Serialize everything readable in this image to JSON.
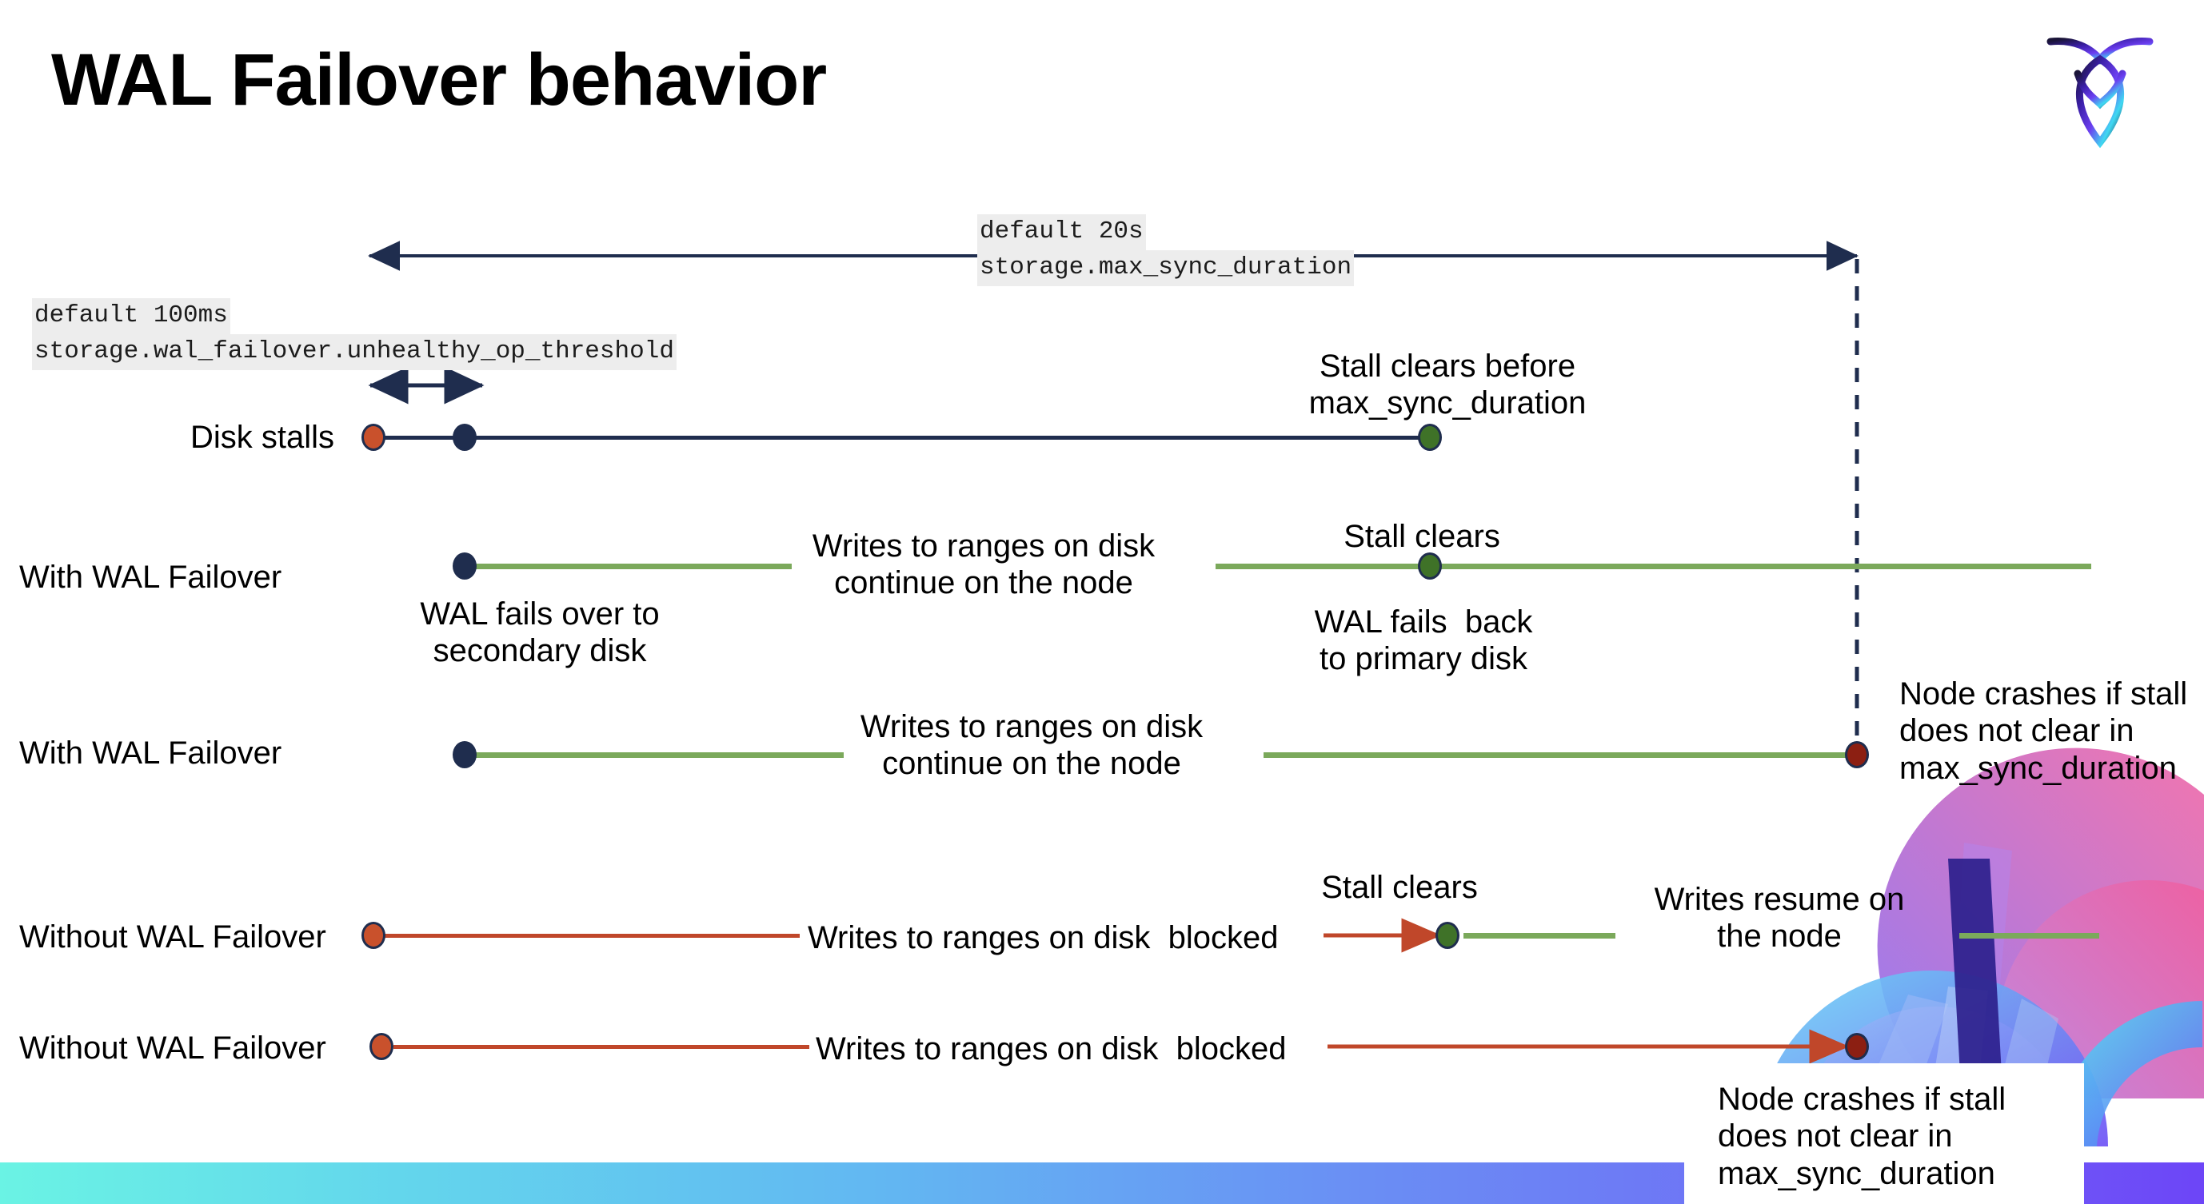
{
  "title": "WAL Failover behavior",
  "logo": {
    "name": "cockroachdb-logo"
  },
  "colors": {
    "navy": "#1f2d4e",
    "orange_dot": "#c9512c",
    "green_dot": "#3f7228",
    "darkred_dot": "#8c1f12",
    "green_line": "#7ba95b",
    "red_line": "#c0472a",
    "code_bg": "#ededed",
    "strip_start": "#6af3e4",
    "strip_end": "#6d45f7"
  },
  "annotations": {
    "max_sync": {
      "default": "default 20s",
      "setting": "storage.max_sync_duration"
    },
    "unhealthy_op": {
      "default": "default 100ms",
      "setting": "storage.wal_failover.unhealthy_op_threshold"
    }
  },
  "rows": {
    "disk_stalls": {
      "label": "Disk stalls",
      "note_stall_clears_before": "Stall clears before\nmax_sync_duration"
    },
    "with_failover_recovers": {
      "label": "With WAL Failover",
      "note_fails_over": "WAL fails over to\nsecondary disk",
      "note_writes_continue": "Writes to ranges on disk\ncontinue on the node",
      "note_stall_clears": "Stall clears",
      "note_fails_back": "WAL fails  back\nto primary disk"
    },
    "with_failover_crash": {
      "label": "With WAL Failover",
      "note_writes_continue": "Writes to ranges on disk\ncontinue on the node",
      "note_node_crashes": "Node crashes if stall\ndoes not clear in\nmax_sync_duration"
    },
    "without_failover_recovers": {
      "label": "Without WAL Failover",
      "note_writes_blocked": "Writes to ranges on disk  blocked",
      "note_stall_clears": "Stall clears",
      "note_writes_resume": "Writes resume on\nthe node"
    },
    "without_failover_crash": {
      "label": "Without WAL Failover",
      "note_writes_blocked": "Writes to ranges on disk  blocked",
      "note_node_crashes": "Node crashes if stall\ndoes not clear in\nmax_sync_duration"
    }
  }
}
